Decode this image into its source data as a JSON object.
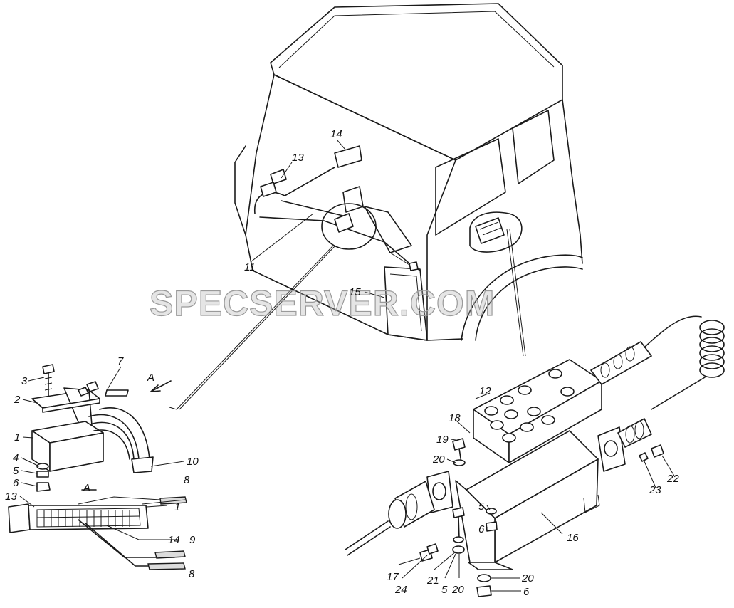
{
  "watermark": "SPECSERVER.COM",
  "view_label": "A",
  "detail_view_label": "A",
  "callouts": {
    "c1a": "1",
    "c1b": "1",
    "c2": "2",
    "c3": "3",
    "c4": "4",
    "c5a": "5",
    "c5b": "5",
    "c5c": "5",
    "c6a": "6",
    "c6b": "6",
    "c6c": "6",
    "c7": "7",
    "c8a": "8",
    "c8b": "8",
    "c9": "9",
    "c10": "10",
    "c11": "11",
    "c12": "12",
    "c13a": "13",
    "c13b": "13",
    "c14a": "14",
    "c14b": "14",
    "c15": "15",
    "c16": "16",
    "c17": "17",
    "c18": "18",
    "c19": "19",
    "c20a": "20",
    "c20b": "20",
    "c20c": "20",
    "c21": "21",
    "c22": "22",
    "c23": "23",
    "c24": "24"
  }
}
